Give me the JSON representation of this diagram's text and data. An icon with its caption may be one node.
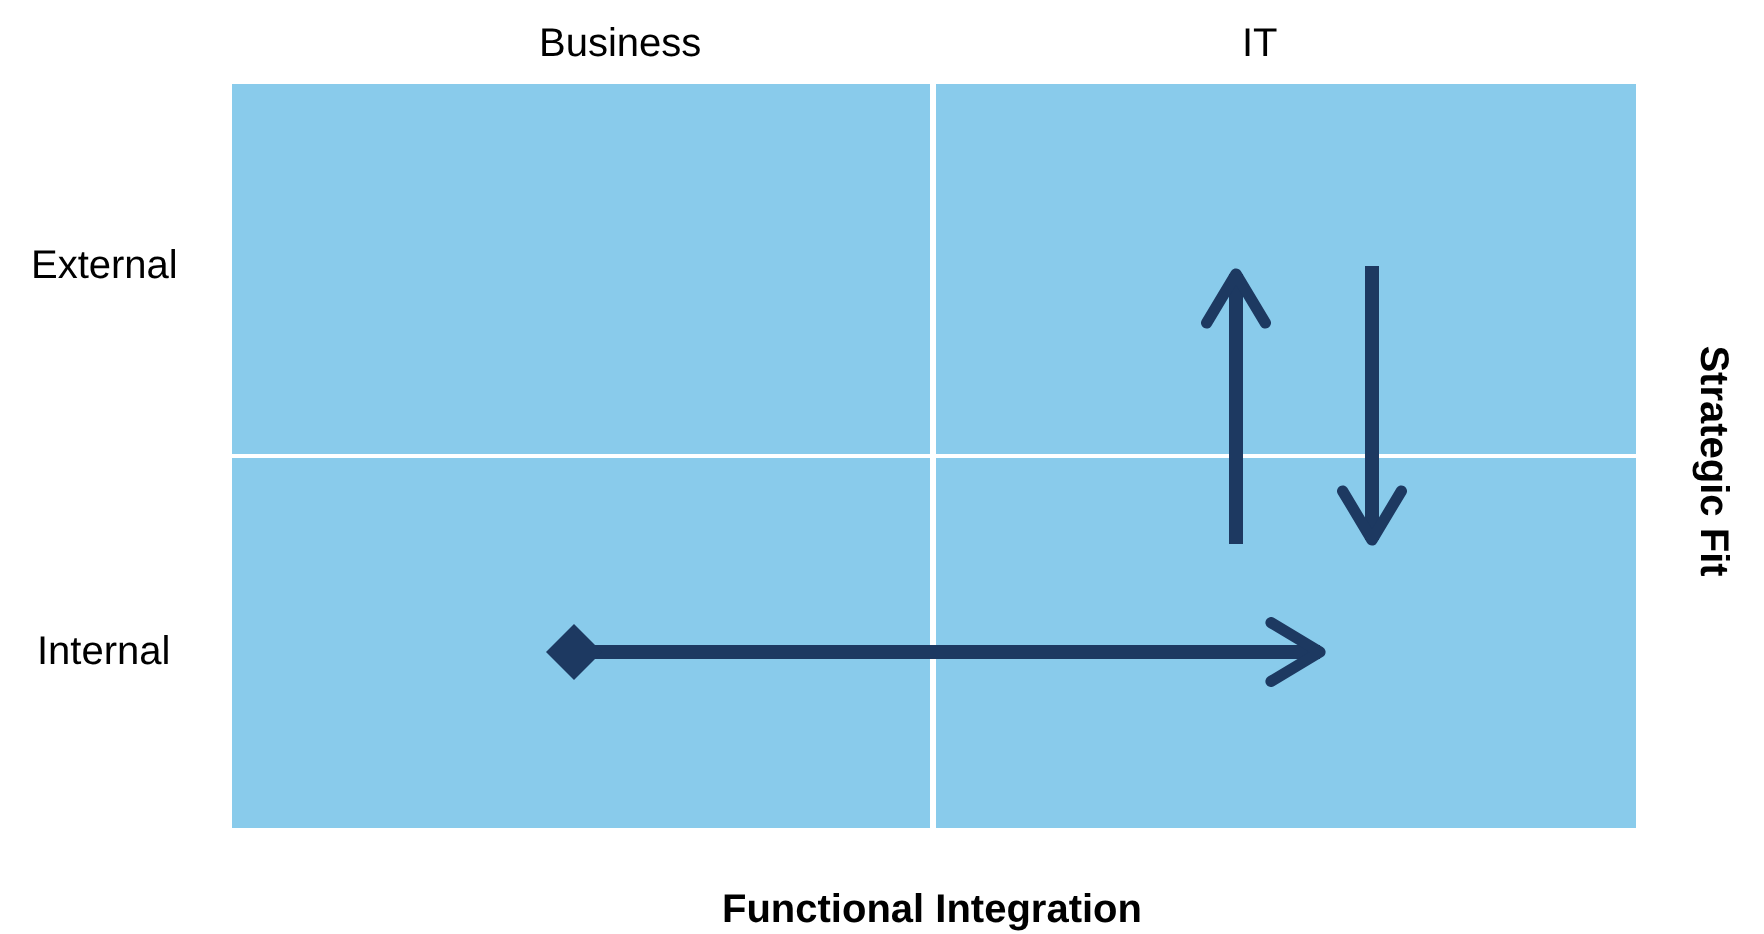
{
  "diagram": {
    "nodes": [
      {
        "text": [],
        "shape": "box"
      },
      {
        "text": [],
        "shape": "box"
      },
      {
        "text": [],
        "shape": "box"
      },
      {
        "text": [],
        "shape": "box"
      }
    ],
    "edges": [
      {
        "from": 2,
        "to": 3,
        "arrow": "to"
      },
      {
        "from": 3,
        "to": 1,
        "arrow": "to"
      },
      {
        "from": 1,
        "to": 3,
        "arrow": "to"
      }
    ],
    "labels": [
      "Business",
      "IT",
      "External",
      "Internal",
      "Strategic Fit",
      "Functional Integration"
    ]
  }
}
